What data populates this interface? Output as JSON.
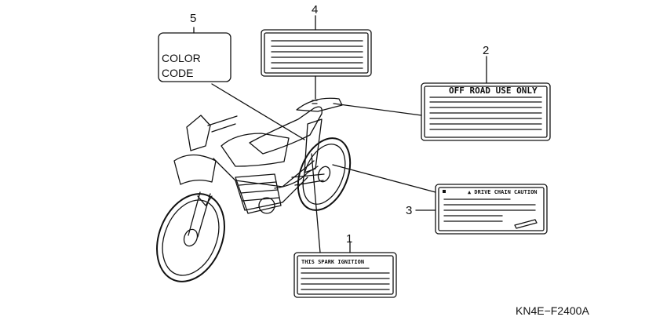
{
  "diagram_code": "KN4E−F2400A",
  "labels": [
    {
      "number": "1",
      "text": "THIS SPARK IGNITION"
    },
    {
      "number": "2",
      "text": "OFF ROAD  USE ONLY"
    },
    {
      "number": "3",
      "text": "▲ DRIVE CHAIN CAUTION"
    },
    {
      "number": "4",
      "text": ""
    },
    {
      "number": "5",
      "lines": [
        "COLOR",
        "CODE"
      ]
    }
  ]
}
